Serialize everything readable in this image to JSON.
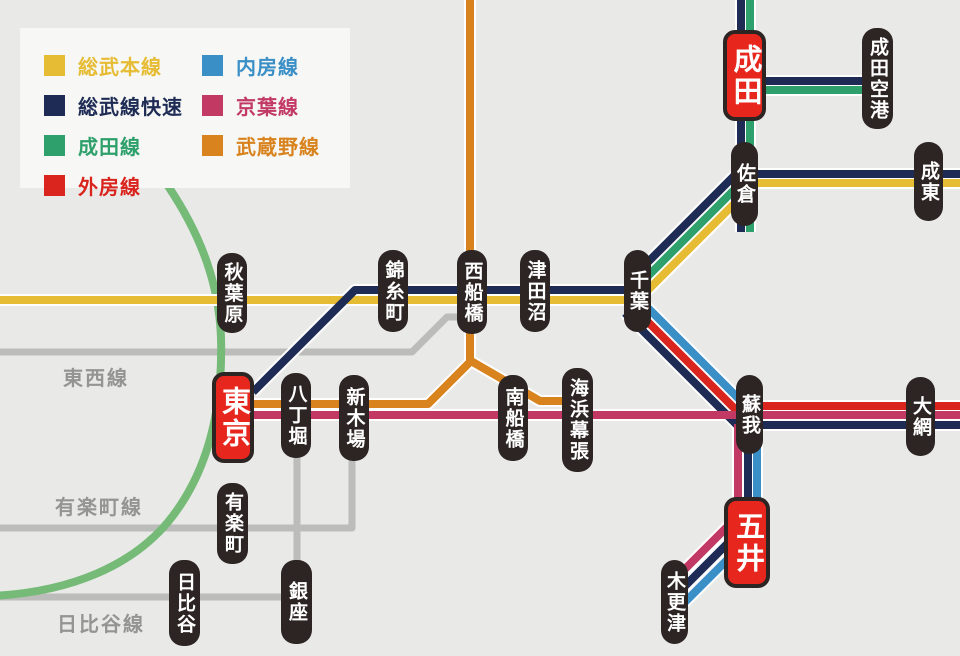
{
  "legend": {
    "items": [
      {
        "label": "総武本線",
        "color": "#e6bc35"
      },
      {
        "label": "総武線快速",
        "color": "#1e2c55"
      },
      {
        "label": "成田線",
        "color": "#2ea06b"
      },
      {
        "label": "外房線",
        "color": "#d9251d"
      },
      {
        "label": "内房線",
        "color": "#3a8fc7"
      },
      {
        "label": "京葉線",
        "color": "#c23a64"
      },
      {
        "label": "武蔵野線",
        "color": "#d8831d"
      }
    ]
  },
  "stations": [
    {
      "name": "秋葉原"
    },
    {
      "name": "錦糸町"
    },
    {
      "name": "西船橋"
    },
    {
      "name": "津田沼"
    },
    {
      "name": "千葉"
    },
    {
      "name": "佐倉"
    },
    {
      "name": "成田"
    },
    {
      "name": "成田空港"
    },
    {
      "name": "成東"
    },
    {
      "name": "大網"
    },
    {
      "name": "蘇我"
    },
    {
      "name": "五井"
    },
    {
      "name": "木更津"
    },
    {
      "name": "海浜幕張"
    },
    {
      "name": "南船橋"
    },
    {
      "name": "新木場"
    },
    {
      "name": "八丁堀"
    },
    {
      "name": "東京"
    },
    {
      "name": "有楽町"
    },
    {
      "name": "日比谷"
    },
    {
      "name": "銀座"
    }
  ],
  "metro_lines": [
    {
      "label": "東西線"
    },
    {
      "label": "有楽町線"
    },
    {
      "label": "日比谷線"
    }
  ],
  "colors": {
    "background": "#e9eae8",
    "legend_background": "#f7f7f5",
    "station_box": "#2d2523",
    "major_station_fill": "#e7271d",
    "metro_gray": "#bcbcba",
    "metro_label_gray": "#949492",
    "loop_line_green": "#76ba78",
    "casing_white": "#ffffff"
  }
}
